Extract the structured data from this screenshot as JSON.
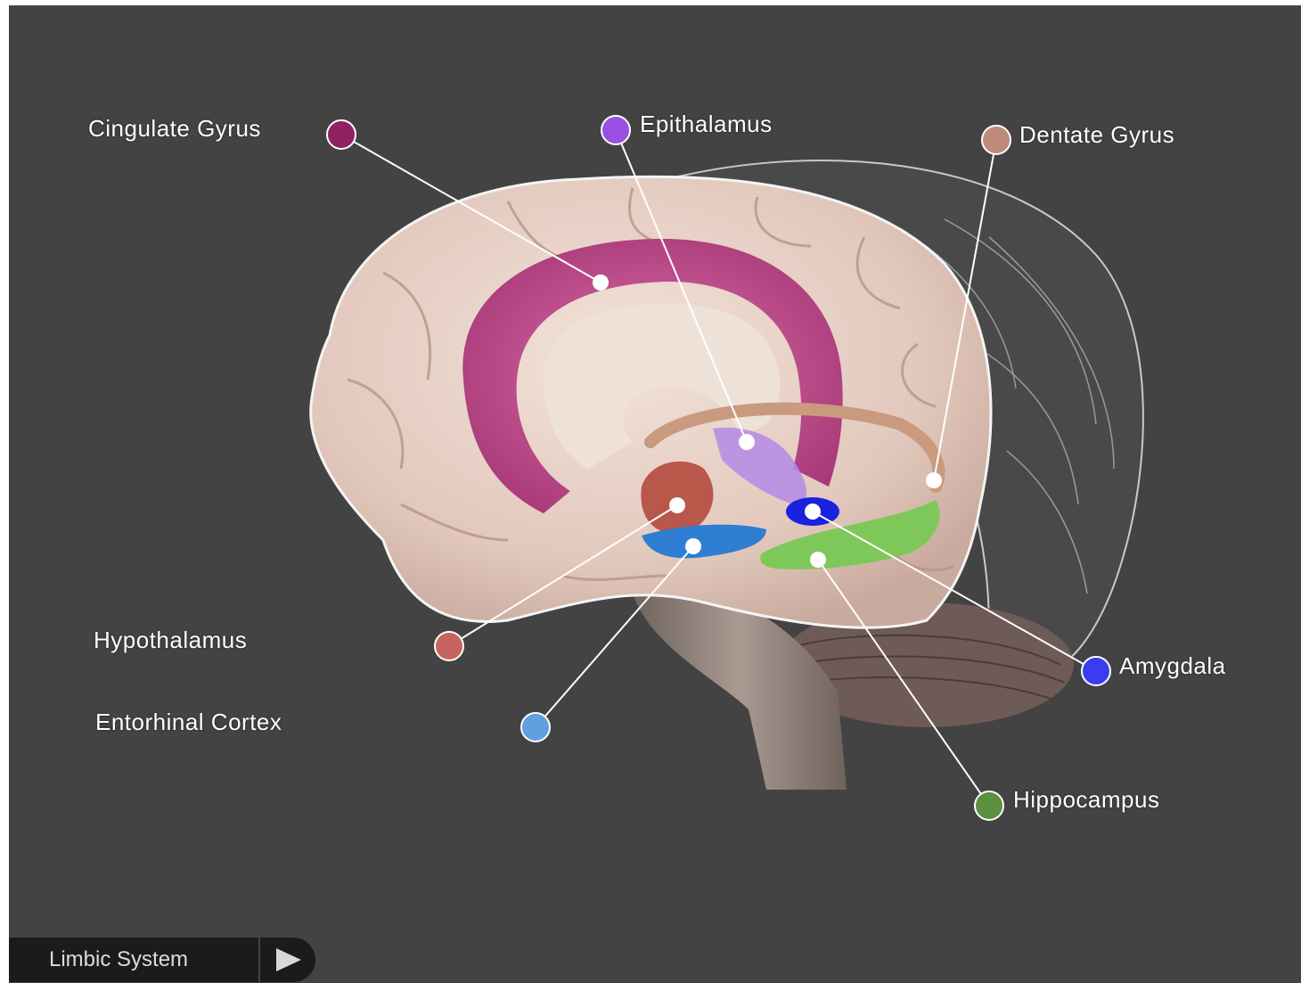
{
  "diagram": {
    "background_color": "#434343",
    "labels": [
      {
        "id": "cingulate",
        "text": "Cingulate Gyrus",
        "marker_color": "#8e2262"
      },
      {
        "id": "epithalamus",
        "text": "Epithalamus",
        "marker_color": "#9b4fe0"
      },
      {
        "id": "dentate",
        "text": "Dentate Gyrus",
        "marker_color": "#c08a7a"
      },
      {
        "id": "hypothalamus",
        "text": "Hypothalamus",
        "marker_color": "#c86460"
      },
      {
        "id": "entorhinal",
        "text": "Entorhinal Cortex",
        "marker_color": "#5ea0e0"
      },
      {
        "id": "amygdala",
        "text": "Amygdala",
        "marker_color": "#3a3cf0"
      },
      {
        "id": "hippocampus",
        "text": "Hippocampus",
        "marker_color": "#5a9040"
      }
    ],
    "structure_colors": {
      "cortex": "#e8d2c8",
      "cingulate": "#c2508f",
      "hippocampus": "#7ec85a",
      "amygdala": "#1a22e0",
      "entorhinal": "#2f7ed4",
      "hypothalamus": "#b8574a",
      "epithalamus": "#b48ae6",
      "brainstem": "#8a7a72",
      "cerebellum": "#6e5a56"
    }
  },
  "footer": {
    "title": "Limbic System",
    "play_icon": "play-icon"
  }
}
